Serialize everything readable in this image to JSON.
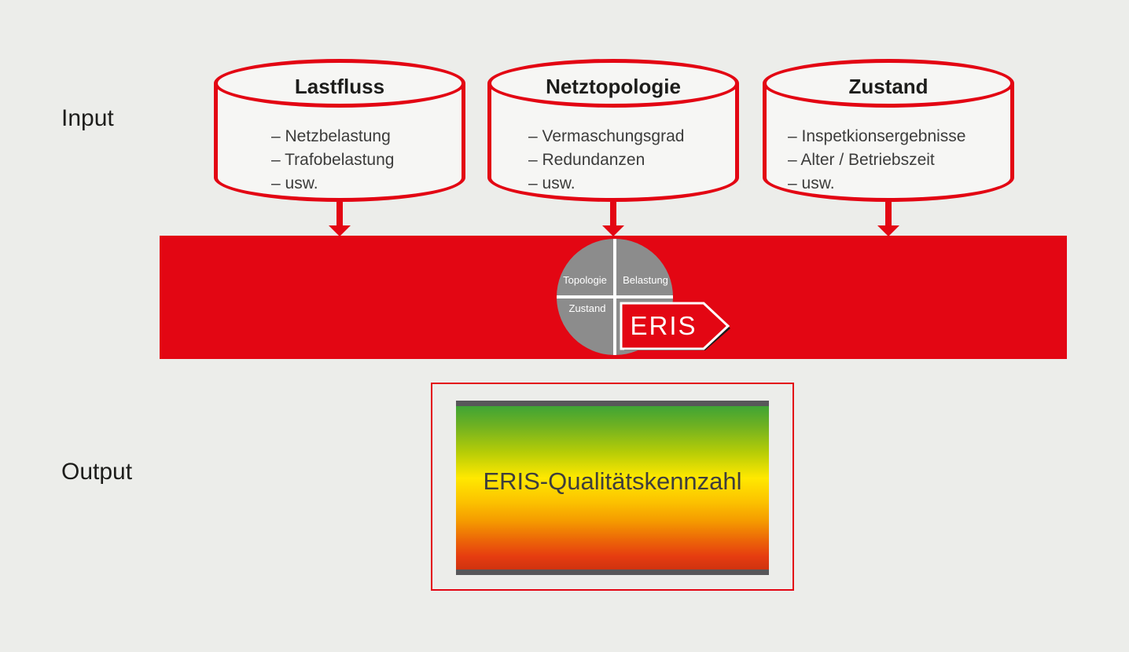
{
  "labels": {
    "input": "Input",
    "output": "Output"
  },
  "cylinders": [
    {
      "title": "Lastfluss",
      "items": [
        "– Netzbelastung",
        "– Trafobelastung",
        "– usw."
      ]
    },
    {
      "title": "Netztopologie",
      "items": [
        "– Vermaschungsgrad",
        "– Redundanzen",
        "– usw."
      ]
    },
    {
      "title": "Zustand",
      "items": [
        "– Inspetkionsergebnisse",
        "– Alter / Betriebszeit",
        "– usw."
      ]
    }
  ],
  "pie": {
    "labels": [
      "Topologie",
      "Belastung",
      "Zustand"
    ]
  },
  "eris": {
    "label": "ERIS"
  },
  "output": {
    "scale_label": "ERIS-Qualitätskennzahl"
  },
  "colors": {
    "accent_red": "#e30613",
    "background": "#ecedea",
    "pie_gray": "#8c8c8c",
    "scale_bar_gray": "#57575a",
    "gradient_top": "#3fa435",
    "gradient_middle": "#ffe800",
    "gradient_bottom": "#d0330f"
  }
}
